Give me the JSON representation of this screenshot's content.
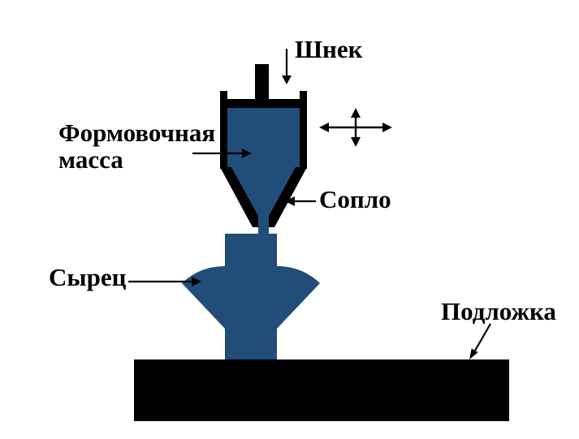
{
  "figure": {
    "type": "process-diagram",
    "description": "extrusion 3D-printing scheme",
    "background": "#ffffff",
    "colors": {
      "material_blue": "#204e78",
      "outline_black": "#000000",
      "label_text": "#000000"
    },
    "labels": {
      "screw": "Шнек",
      "molding_mass_line1": "Формовочная",
      "molding_mass_line2": "масса",
      "nozzle": "Сопло",
      "green_body": "Сырец",
      "substrate": "Подложка"
    },
    "icons": {
      "screw_arrow": "down-arrow",
      "movement_cross": "four-way-move-arrows",
      "molding_mass_arrow": "right-arrow",
      "nozzle_arrow": "left-arrow",
      "green_body_arrow": "right-arrow",
      "substrate_arrow": "down-left-arrow"
    }
  }
}
